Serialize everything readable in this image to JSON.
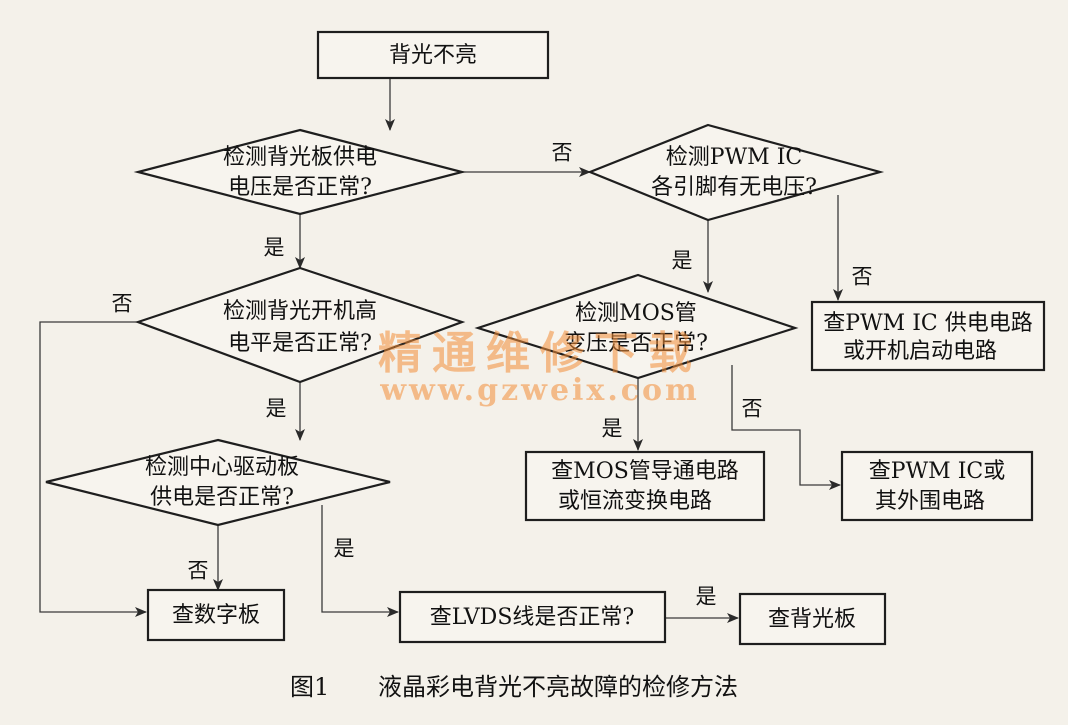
{
  "nodes": {
    "start": "背光不亮",
    "check_backlight_power": [
      "检测背光板供电",
      "电压是否正常?"
    ],
    "check_pwm_pins": [
      "检测PWM IC",
      "各引脚有无电压?"
    ],
    "check_backlight_on_level": [
      "检测背光开机高",
      "电平是否正常?"
    ],
    "check_mos_voltage": [
      "检测MOS管",
      "变压是否正常?"
    ],
    "check_pwm_power_circuit": [
      "查PWM IC 供电电路",
      "或开机启动电路"
    ],
    "check_main_board_power": [
      "检测中心驱动板",
      "供电是否正常?"
    ],
    "check_mos_circuit": [
      "查MOS管导通电路",
      "或恒流变换电路"
    ],
    "check_pwm_periphery": [
      "查PWM IC或",
      "其外围电路"
    ],
    "check_digital_board": "查数字板",
    "check_lvds": "查LVDS线是否正常?",
    "check_backlight_board": "查背光板"
  },
  "edge_labels": {
    "no": "否",
    "yes": "是"
  },
  "watermark": {
    "text": "精通维修下载",
    "url": "www.gzweix.com"
  },
  "caption": {
    "figure": "图1",
    "title": "液晶彩电背光不亮故障的检修方法"
  },
  "colors": {
    "background": "#f4f1ea",
    "line": "#1e1e1e",
    "watermark": "#f28c36"
  }
}
